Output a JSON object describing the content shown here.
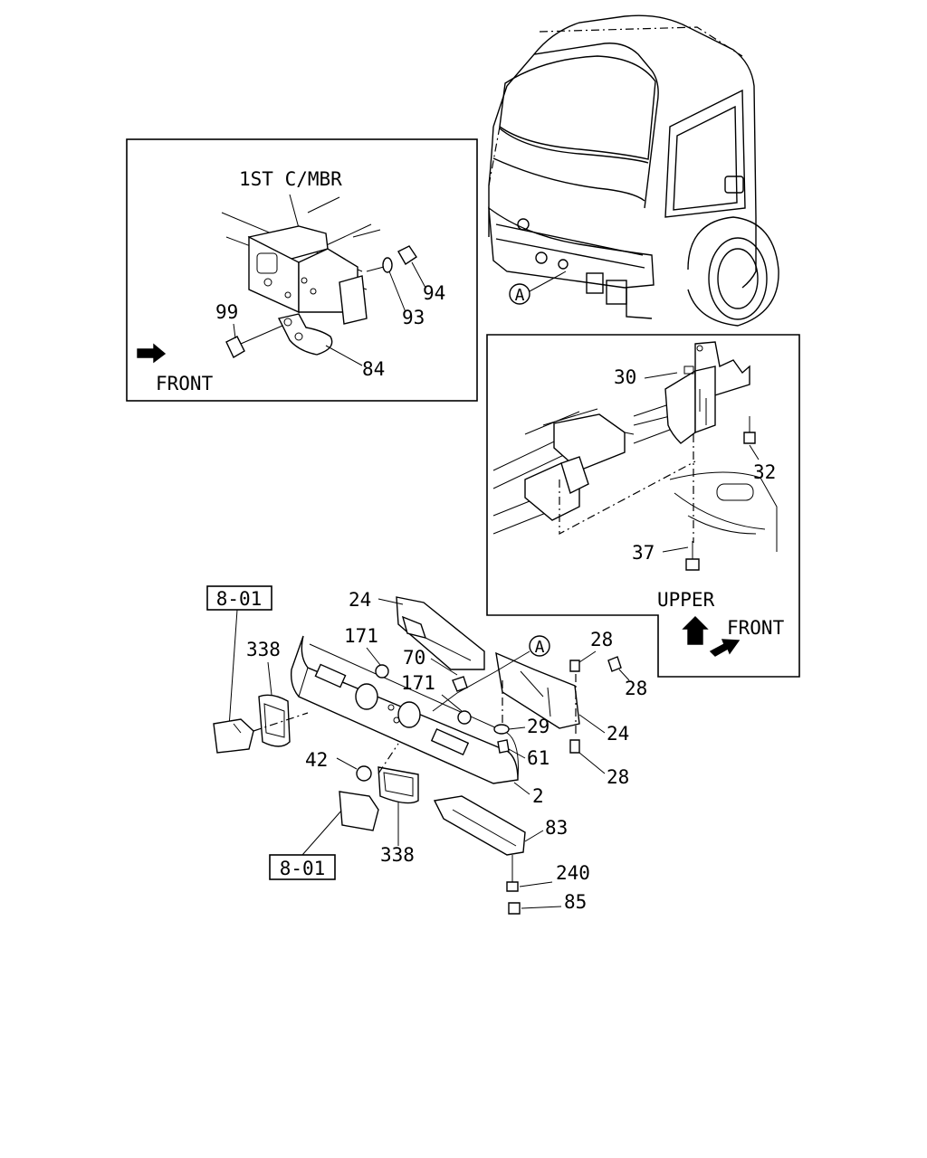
{
  "callouts": {
    "c94": "94",
    "c93": "93",
    "c99": "99",
    "c84": "84",
    "c30": "30",
    "c32": "32",
    "c37": "37",
    "c24a": "24",
    "c24b": "24",
    "c171a": "171",
    "c171b": "171",
    "c70": "70",
    "c338a": "338",
    "c338b": "338",
    "c42": "42",
    "c29": "29",
    "c61": "61",
    "c2": "2",
    "c28a": "28",
    "c28b": "28",
    "c28c": "28",
    "c83": "83",
    "c240": "240",
    "c85": "85"
  },
  "labels": {
    "member": "1ST C/MBR",
    "front_inset": "FRONT",
    "upper": "UPPER",
    "front_right": "FRONT",
    "ref_top": "8-01",
    "ref_bottom": "8-01",
    "view_a_top": "A",
    "view_a_bottom": "A"
  }
}
